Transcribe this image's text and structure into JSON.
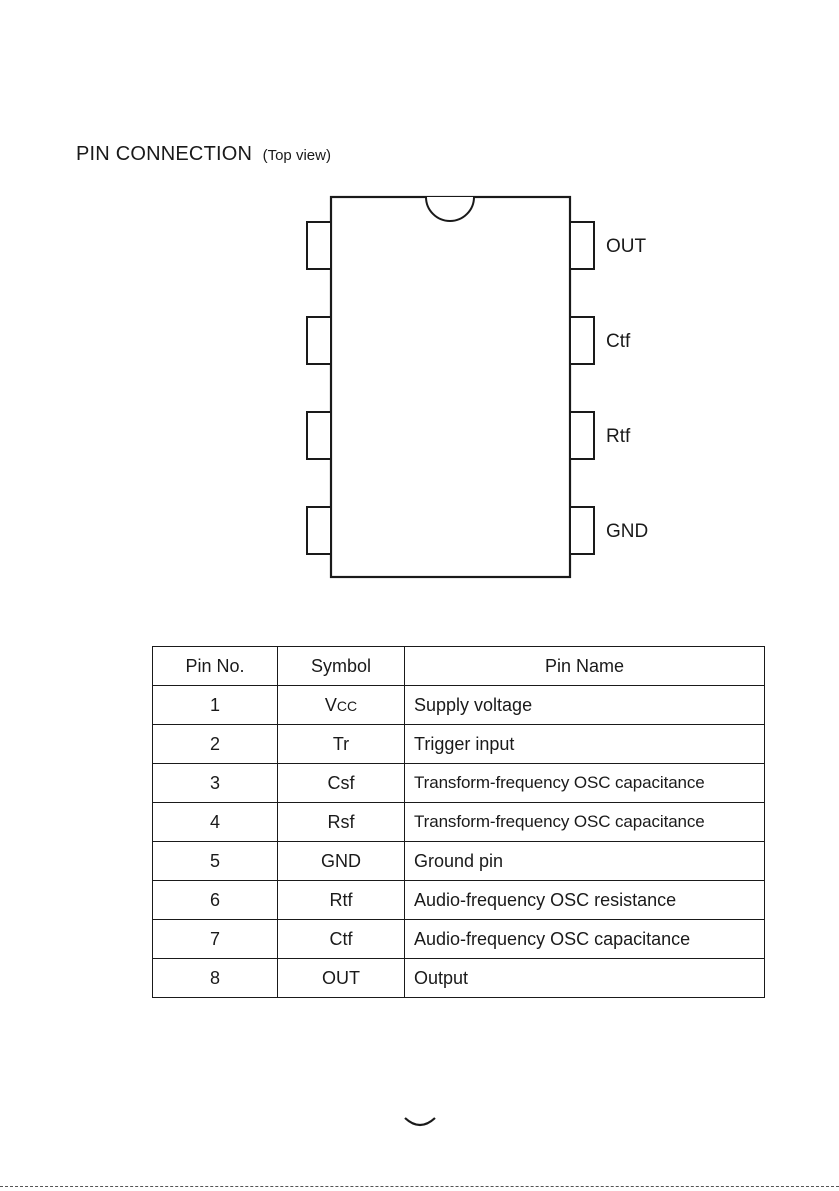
{
  "heading": {
    "title": "PIN CONNECTION",
    "subtitle": "(Top view)"
  },
  "package_pins": {
    "right": [
      "OUT",
      "Ctf",
      "Rtf",
      "GND"
    ]
  },
  "pin_table": {
    "headers": [
      "Pin No.",
      "Symbol",
      "Pin Name"
    ],
    "rows": [
      {
        "no": "1",
        "symbol": "V",
        "symbol_sub": "CC",
        "name": "Supply voltage"
      },
      {
        "no": "2",
        "symbol": "Tr",
        "name": "Trigger input"
      },
      {
        "no": "3",
        "symbol": "Csf",
        "name": "Transform-frequency OSC capacitance"
      },
      {
        "no": "4",
        "symbol": "Rsf",
        "name": "Transform-frequency OSC capacitance"
      },
      {
        "no": "5",
        "symbol": "GND",
        "name": "Ground pin"
      },
      {
        "no": "6",
        "symbol": "Rtf",
        "name": "Audio-frequency OSC resistance"
      },
      {
        "no": "7",
        "symbol": "Ctf",
        "name": "Audio-frequency OSC capacitance"
      },
      {
        "no": "8",
        "symbol": "OUT",
        "name": "Output"
      }
    ]
  }
}
